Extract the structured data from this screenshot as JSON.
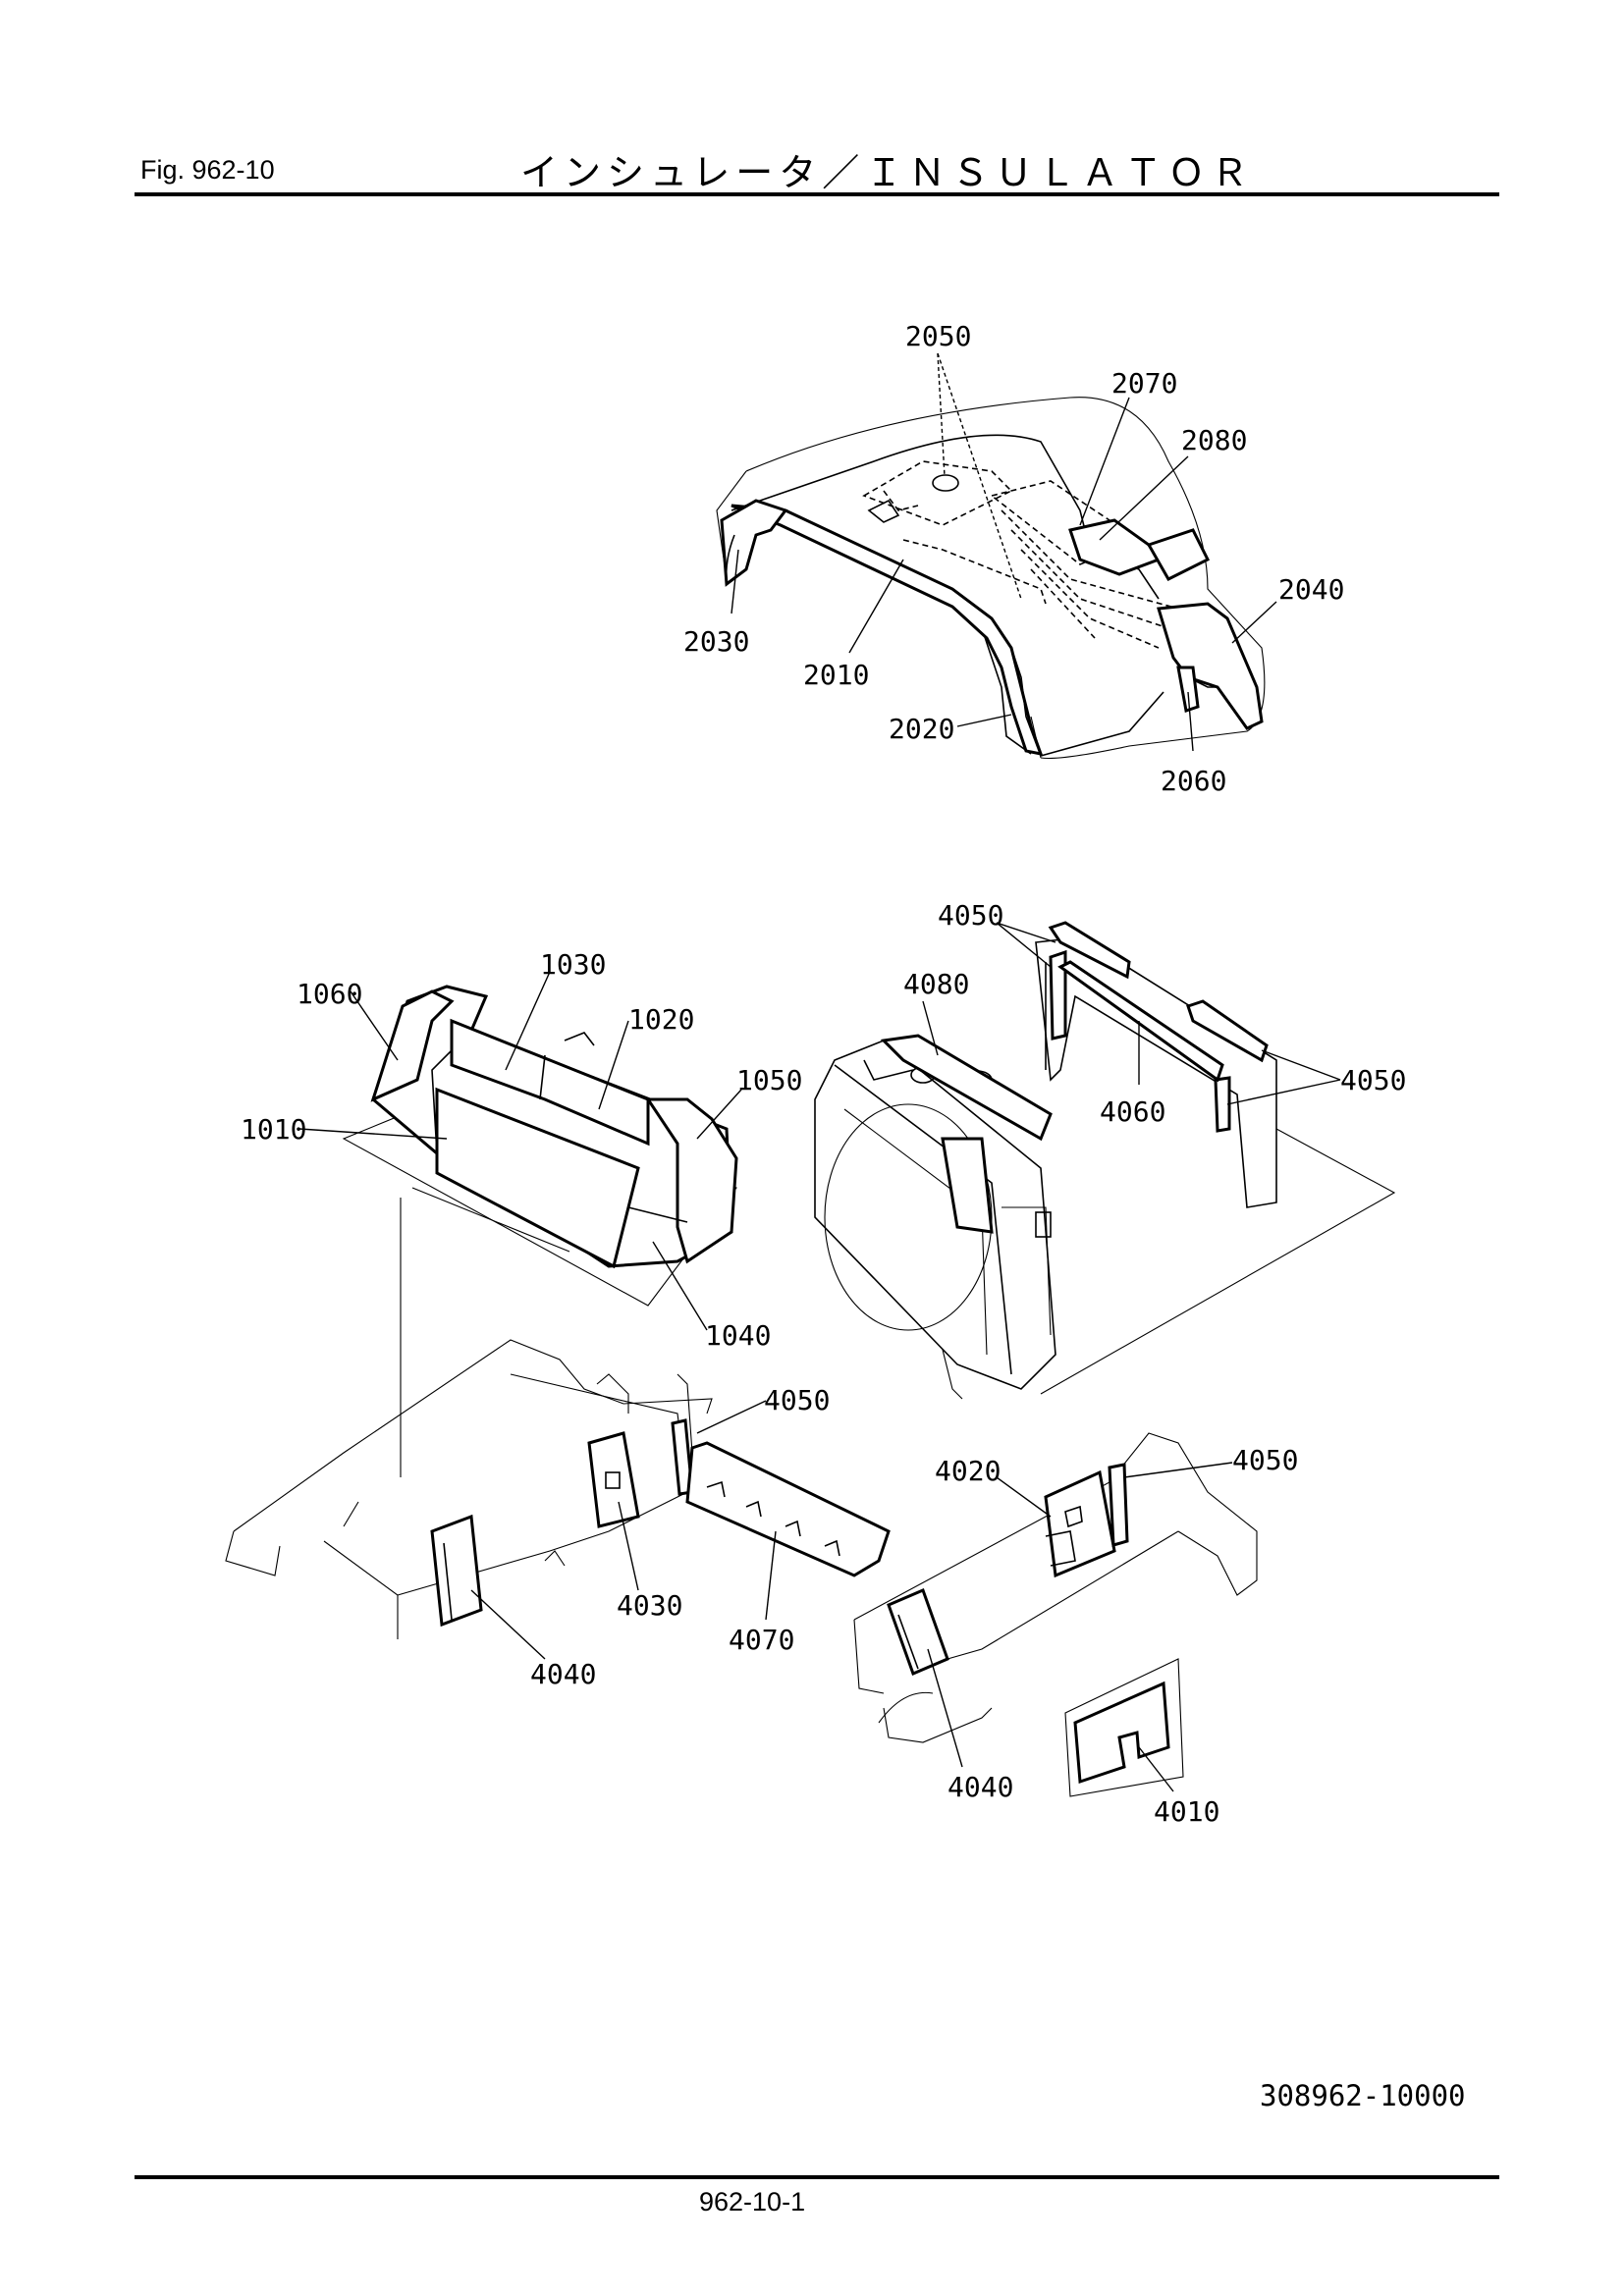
{
  "header": {
    "fig_label": "Fig.  962-10",
    "title": "インシュレータ／ＩＮＳＵＬＡＴＯＲ"
  },
  "footer": {
    "doc_number": "308962-10000",
    "page_number": "962-10-1"
  },
  "callouts": {
    "p2050": "2050",
    "p2070": "2070",
    "p2080": "2080",
    "p2040": "2040",
    "p2030": "2030",
    "p2010": "2010",
    "p2020": "2020",
    "p2060": "2060",
    "p1030": "1030",
    "p1060": "1060",
    "p1020": "1020",
    "p1050": "1050",
    "p1010": "1010",
    "p1040": "1040",
    "p4050a": "4050",
    "p4080": "4080",
    "p4060": "4060",
    "p4050b": "4050",
    "p4050c": "4050",
    "p4020": "4020",
    "p4050d": "4050",
    "p4030": "4030",
    "p4070": "4070",
    "p4040a": "4040",
    "p4040b": "4040",
    "p4010": "4010"
  }
}
